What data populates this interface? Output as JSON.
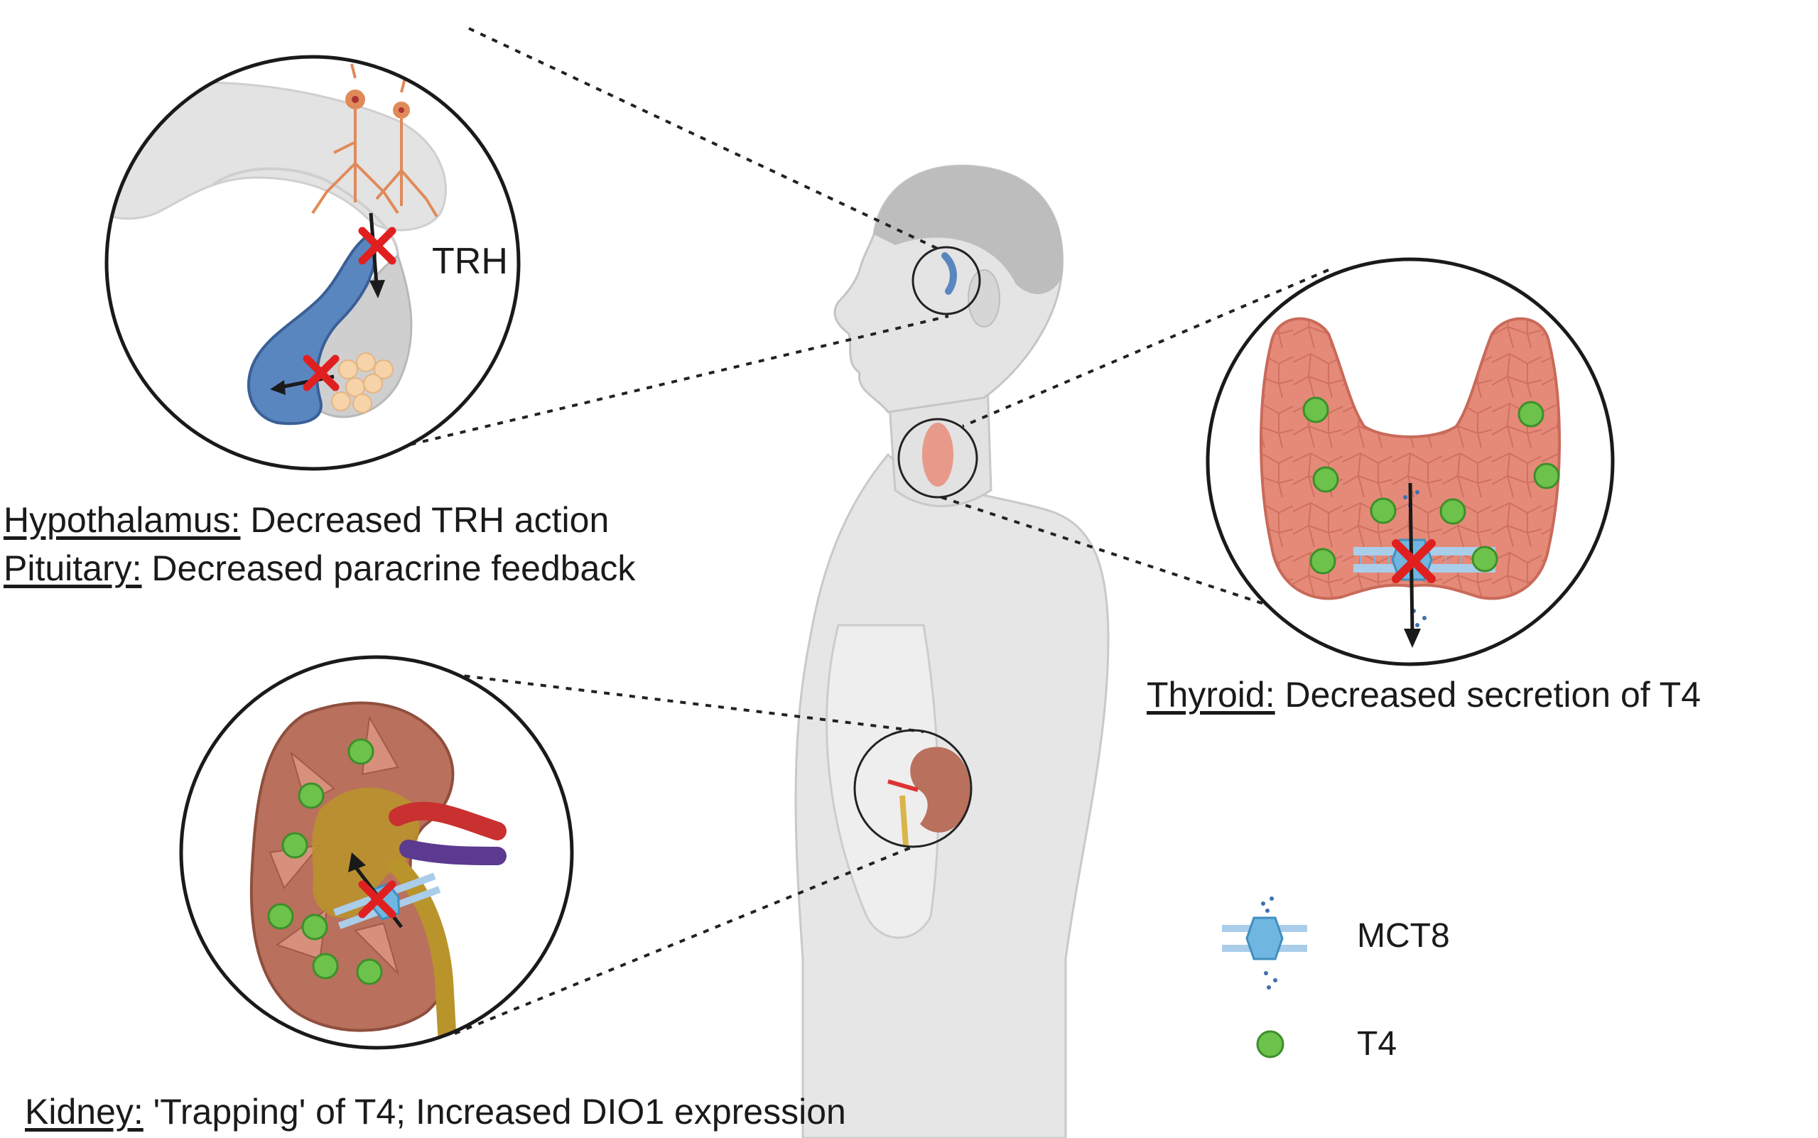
{
  "labels": {
    "trh": "TRH"
  },
  "captions": {
    "hypothalamus": {
      "organ": "Hypothalamus:",
      "text": " Decreased TRH action"
    },
    "pituitary": {
      "organ": "Pituitary:",
      "text": " Decreased paracrine feedback"
    },
    "thyroid": {
      "organ": "Thyroid:",
      "text": " Decreased secretion of T4"
    },
    "kidney": {
      "organ": "Kidney:",
      "text": " 'Trapping' of T4; Increased DIO1 expression"
    }
  },
  "legend": {
    "mct8": "MCT8",
    "t4": "T4"
  },
  "colors": {
    "t4_green": "#6cc24a",
    "block_red": "#e02020",
    "thyroid_pink": "#e58a78",
    "kidney_brown": "#b9705c",
    "mct8_blue": "#6fb6e0",
    "pituitary_blue": "#5a86c0",
    "body_gray": "#d9d9d9"
  }
}
